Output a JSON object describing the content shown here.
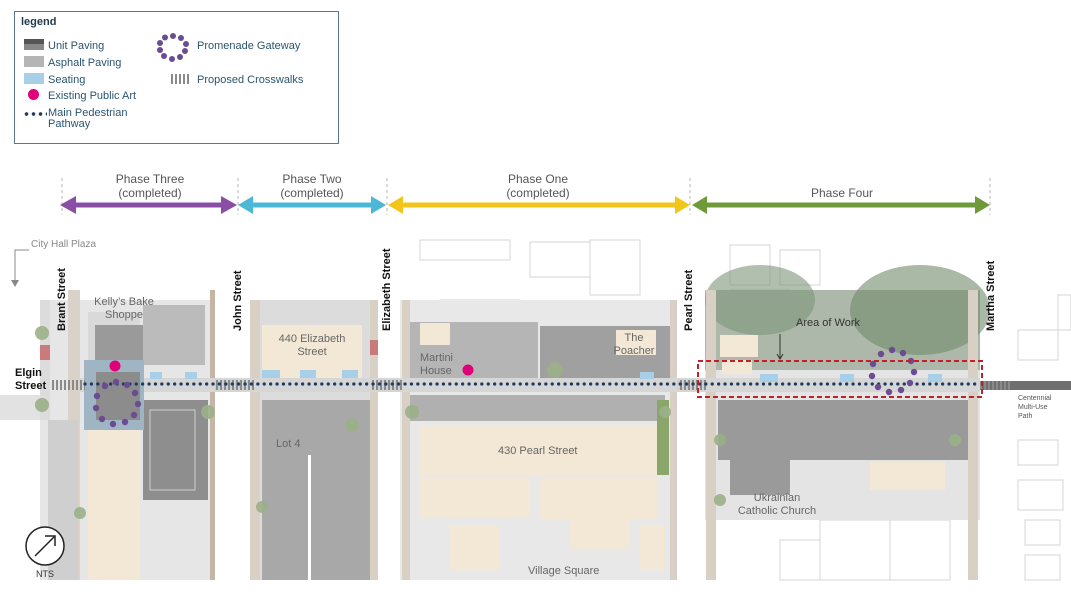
{
  "legend": {
    "title": "legend",
    "items": {
      "unit_paving": "Unit Paving",
      "asphalt_paving": "Asphalt Paving",
      "seating": "Seating",
      "public_art": "Existing Public Art",
      "pathway_line1": "Main Pedestrian",
      "pathway_line2": "Pathway",
      "gateway": "Promenade Gateway",
      "crosswalks": "Proposed Crosswalks"
    }
  },
  "phases": {
    "three": {
      "name": "Phase Three",
      "status": "(completed)",
      "color": "#8a4fa5"
    },
    "two": {
      "name": "Phase Two",
      "status": "(completed)",
      "color": "#4bb8d8"
    },
    "one": {
      "name": "Phase One",
      "status": "(completed)",
      "color": "#f2c51b"
    },
    "four": {
      "name": "Phase Four",
      "color": "#6f9a3a"
    }
  },
  "streets": {
    "brant": "Brant Street",
    "john": "John Street",
    "elizabeth": "Elizabeth Street",
    "pearl": "Pearl Street",
    "martha": "Martha Street",
    "elgin_line1": "Elgin",
    "elgin_line2": "Street"
  },
  "places": {
    "city_hall": "City Hall Plaza",
    "kellys_line1": "Kelly’s Bake",
    "kellys_line2": "Shoppe",
    "elizabeth440_line1": "440 Elizabeth",
    "elizabeth440_line2": "Street",
    "lot4": "Lot 4",
    "martini_line1": "Martini",
    "martini_line2": "House",
    "poacher_line1": "The",
    "poacher_line2": "Poacher",
    "pearl430": "430 Pearl Street",
    "village_square": "Village Square",
    "area_of_work": "Area of Work",
    "church_line1": "Ukrainian",
    "church_line2": "Catholic Church",
    "centennial_line1": "Centennial",
    "centennial_line2": "Multi-Use",
    "centennial_line3": "Path",
    "nts": "NTS"
  },
  "colors": {
    "art": "#e0007a",
    "gateway": "#6a4c93",
    "seating": "#9cc8e8",
    "pathway_dots": "#1e3a5f",
    "area_of_work": "#c0202a"
  }
}
